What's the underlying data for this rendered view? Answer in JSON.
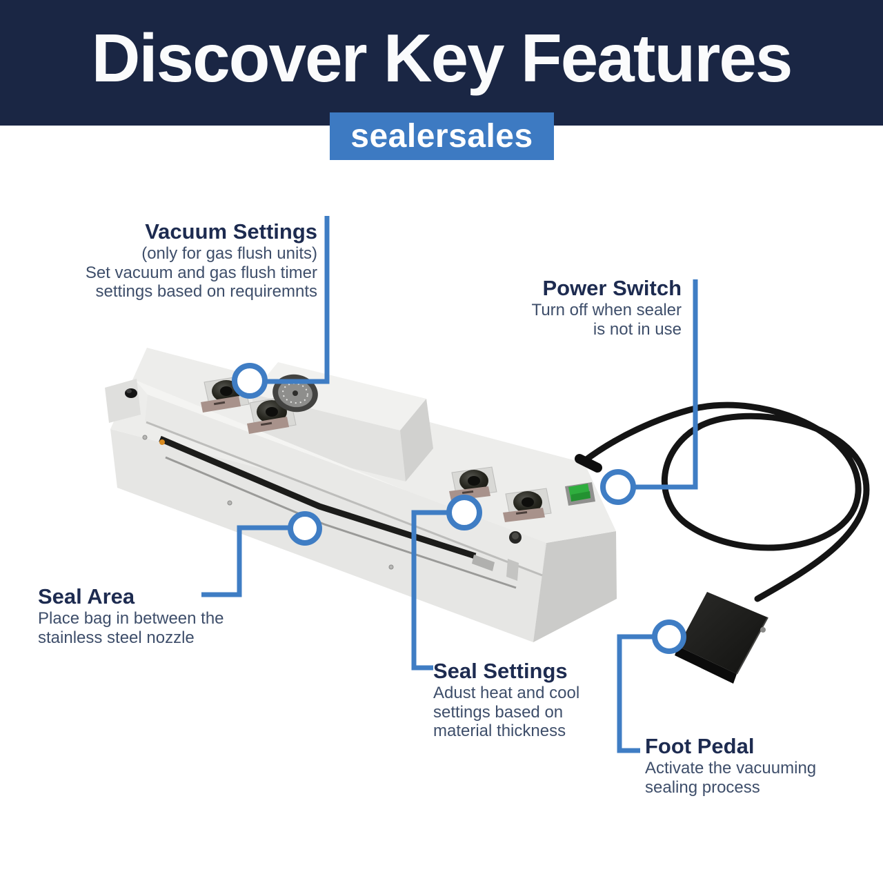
{
  "header": {
    "title": "Discover Key Features",
    "logo": "sealersales"
  },
  "colors": {
    "header_bg": "#1a2644",
    "logo_blue": "#3d7ac2",
    "connector_blue": "#3f7dc4",
    "title_navy": "#1d2b50",
    "body_navy": "#3e4e6a",
    "machine_light": "#ededeb",
    "machine_shade": "#cbcbc9",
    "seal_bar_black": "#1c1c1a",
    "cable_black": "#141414",
    "switch_green": "#2fae3e",
    "indicator_amber": "#d98a1f"
  },
  "callouts": {
    "vacuum_settings": {
      "title": "Vacuum Settings",
      "lines": [
        "(only for gas flush units)",
        "Set vacuum and gas flush timer",
        "settings based on requiremnts"
      ]
    },
    "power_switch": {
      "title": "Power Switch",
      "lines": [
        "Turn off when sealer",
        "is not in use"
      ]
    },
    "seal_area": {
      "title": "Seal Area",
      "lines": [
        "Place bag in between the",
        "stainless steel nozzle"
      ]
    },
    "seal_settings": {
      "title": "Seal Settings",
      "lines": [
        "Adust heat and cool",
        "settings based on",
        "material thickness"
      ]
    },
    "foot_pedal": {
      "title": "Foot Pedal",
      "lines": [
        "Activate the vacuuming",
        "sealing process"
      ]
    }
  }
}
